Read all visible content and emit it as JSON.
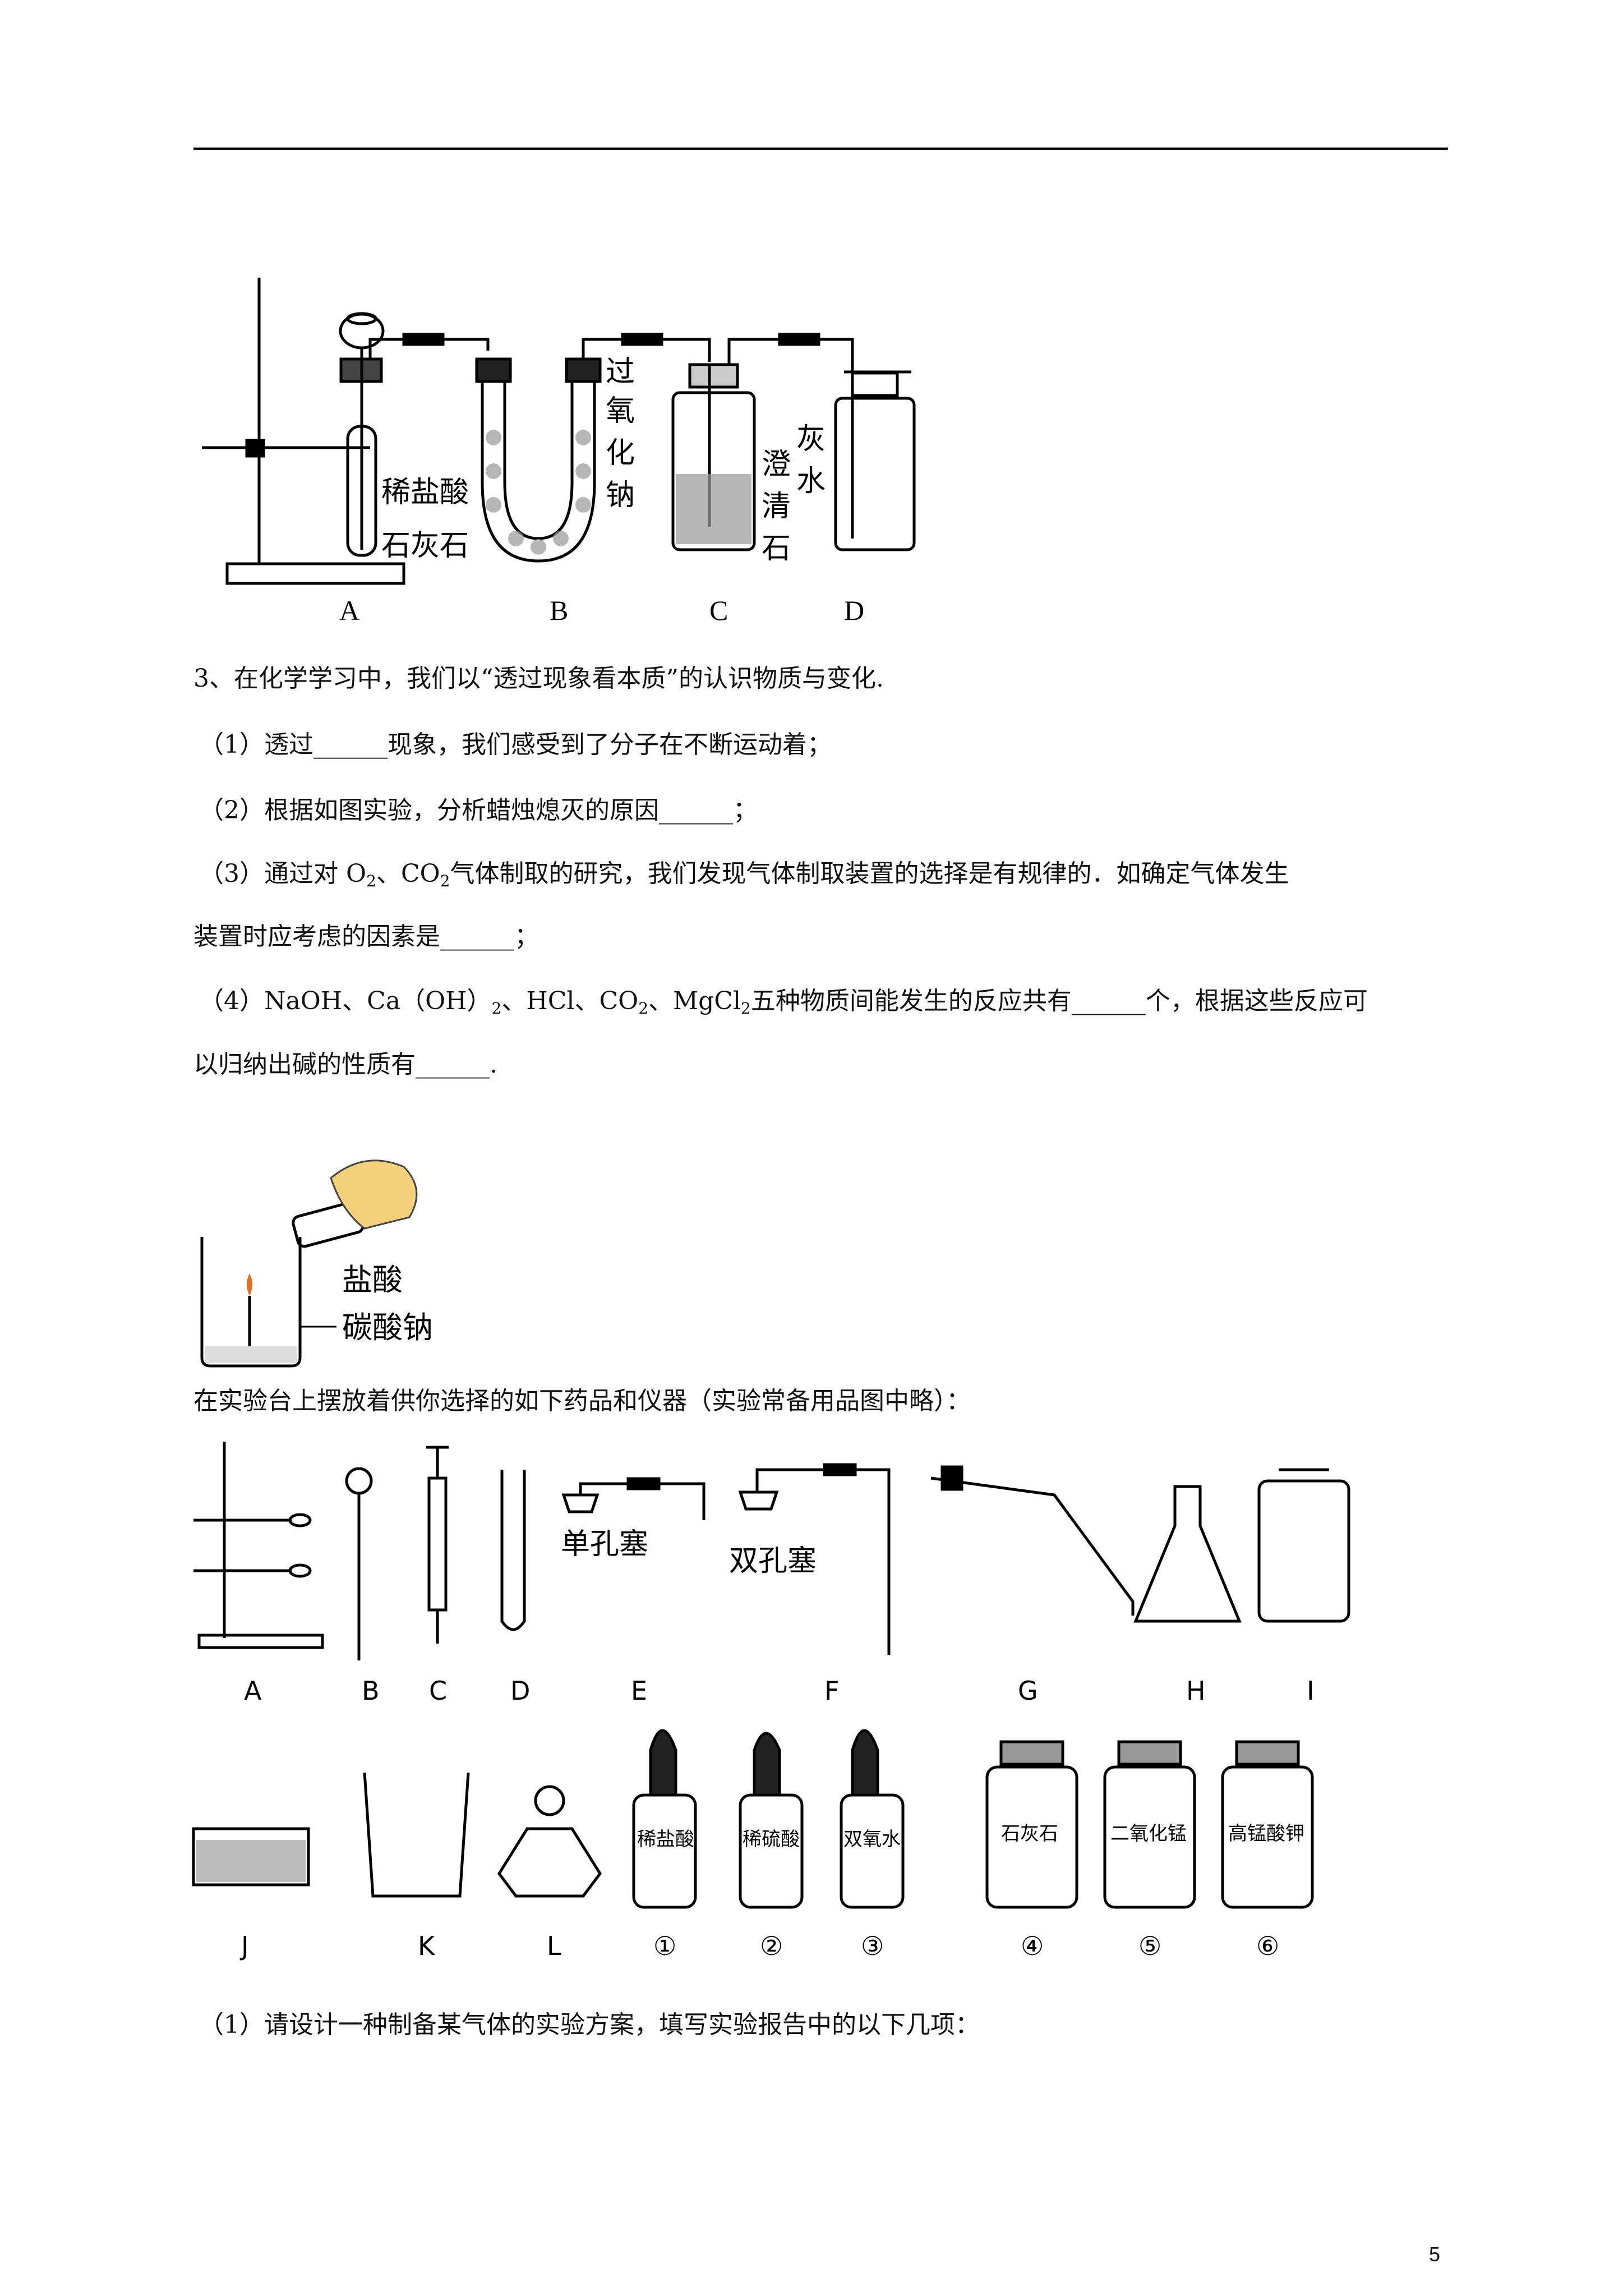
{
  "fig1": {
    "labels": [
      "A",
      "B",
      "C",
      "D"
    ],
    "tube_labels": [
      "稀盐酸",
      "石灰石"
    ],
    "b_label": [
      "过",
      "氧",
      "化",
      "钠"
    ],
    "c_label": [
      "澄",
      "清",
      "石"
    ],
    "d_label": [
      "灰",
      "水"
    ]
  },
  "q3": {
    "title": "3、在化学学习中，我们以“透过现象看本质”的认识物质与变化.",
    "q1": "（1）透过______现象，我们感受到了分子在不断运动着；",
    "q2": "（2）根据如图实验，分析蜡烛熄灭的原因______；",
    "q3_a": "（3）通过对 O",
    "q3_b": "、CO",
    "q3_c": "气体制取的研究，我们发现气体制取装置的选择是有规律的．如确定气体发生",
    "q3_d": "装置时应考虑的因素是______；",
    "q4_a": "（4）NaOH、Ca（OH）",
    "q4_b": "、HCl、CO",
    "q4_c": "、MgCl",
    "q4_d": "五种物质间能发生的反应共有______个，根据这些反应可",
    "q4_e": "以归纳出碱的性质有______.",
    "sub2": "2"
  },
  "fig2": {
    "labels": [
      "盐酸",
      "碳酸钠"
    ]
  },
  "intro": "在实验台上摆放着供你选择的如下药品和仪器（实验常备用品图中略）：",
  "fig3": {
    "row1": [
      "A",
      "B",
      "C",
      "D",
      "E",
      "F",
      "G",
      "H",
      "I"
    ],
    "stopper_single": "单孔塞",
    "stopper_double": "双孔塞",
    "row2": [
      "J",
      "K",
      "L",
      "①",
      "②",
      "③",
      "④",
      "⑤",
      "⑥"
    ],
    "bottles": [
      "稀盐酸",
      "稀硫酸",
      "双氧水",
      "石灰石",
      "二氧化锰",
      "高锰酸钾"
    ]
  },
  "q_design": "（1）请设计一种制备某气体的实验方案，填写实验报告中的以下几项：",
  "page_number": "5"
}
